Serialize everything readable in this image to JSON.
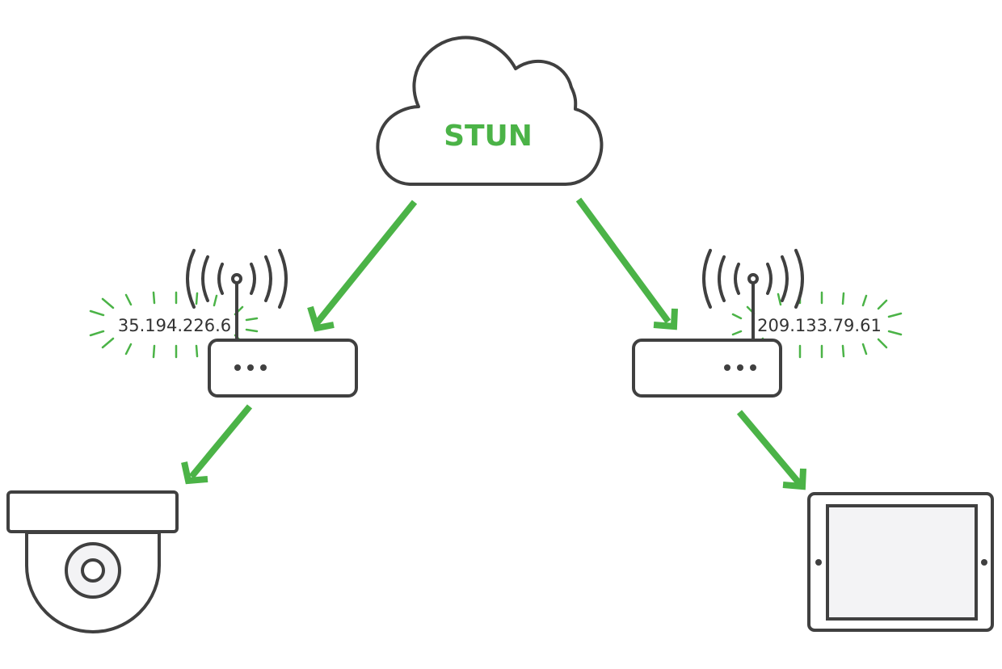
{
  "cloud": {
    "label": "STUN"
  },
  "routers": [
    {
      "ip": "35.194.226.6"
    },
    {
      "ip": "209.133.79.61"
    }
  ],
  "colors": {
    "accent": "#4bb347",
    "stroke": "#404040",
    "screen": "#f3f3f5"
  },
  "icons": [
    "cloud-icon",
    "router-icon",
    "antenna-icon",
    "camera-icon",
    "tablet-icon"
  ]
}
